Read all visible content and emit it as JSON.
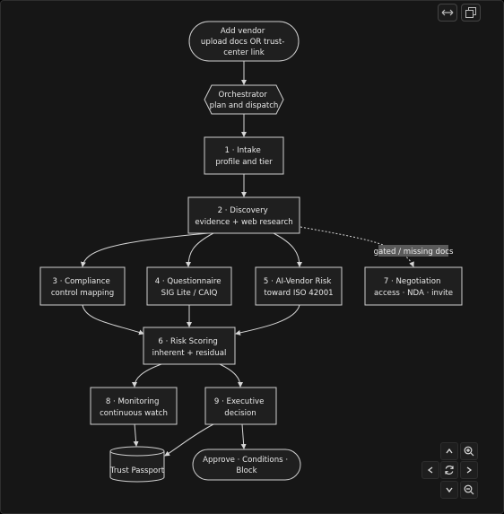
{
  "nodes": {
    "add_vendor": [
      "Add vendor",
      "upload docs OR trust-",
      "center link"
    ],
    "orchestrator": [
      "Orchestrator",
      "plan and dispatch"
    ],
    "intake": [
      "1 · Intake",
      "profile and tier"
    ],
    "discovery": [
      "2 · Discovery",
      "evidence + web research"
    ],
    "compliance": [
      "3 · Compliance",
      "control mapping"
    ],
    "questionnaire": [
      "4 · Questionnaire",
      "SIG Lite / CAIQ"
    ],
    "ai_vendor_risk": [
      "5 · AI-Vendor Risk",
      "toward ISO 42001"
    ],
    "negotiation": [
      "7 · Negotiation",
      "access · NDA · invite"
    ],
    "risk_scoring": [
      "6 · Risk Scoring",
      "inherent + residual"
    ],
    "monitoring": [
      "8 · Monitoring",
      "continuous watch"
    ],
    "executive": [
      "9 · Executive",
      "decision"
    ],
    "trust_passport": [
      "Trust Passport"
    ],
    "outcome": [
      "Approve · Conditions ·",
      "Block"
    ]
  },
  "edge_labels": {
    "gated": "gated / missing docs"
  },
  "toolbar": {
    "expand_icon": "expand-horizontal-icon",
    "copy_icon": "copy-icon"
  },
  "controls": {
    "up": "chevron-up-icon",
    "zoom_in": "zoom-in-icon",
    "left": "chevron-left-icon",
    "reset": "reset-icon",
    "right": "chevron-right-icon",
    "down": "chevron-down-icon",
    "zoom_out": "zoom-out-icon"
  },
  "colors": {
    "node_fill": "#1f1f1f",
    "node_stroke": "#cfcfcf",
    "edge": "#d6d6d6",
    "text": "#e8e8e8"
  }
}
